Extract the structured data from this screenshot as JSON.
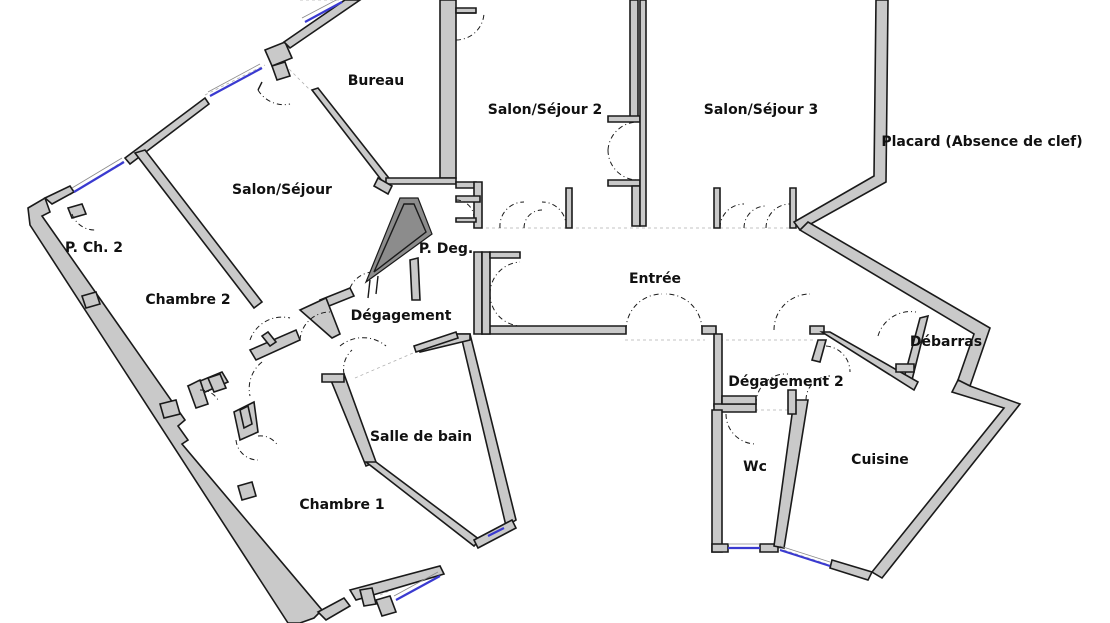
{
  "plan": {
    "rooms": [
      {
        "id": "bureau",
        "label": "Bureau"
      },
      {
        "id": "salon-sejour-2",
        "label": "Salon/Séjour 2"
      },
      {
        "id": "salon-sejour-3",
        "label": "Salon/Séjour 3"
      },
      {
        "id": "placard",
        "label": "Placard (Absence de clef)"
      },
      {
        "id": "salon-sejour",
        "label": "Salon/Séjour"
      },
      {
        "id": "p-ch-2",
        "label": "P. Ch. 2"
      },
      {
        "id": "p-deg",
        "label": "P. Deg."
      },
      {
        "id": "entree",
        "label": "Entrée"
      },
      {
        "id": "chambre-2",
        "label": "Chambre 2"
      },
      {
        "id": "degagement",
        "label": "Dégagement"
      },
      {
        "id": "debarras",
        "label": "Débarras"
      },
      {
        "id": "degagement-2",
        "label": "Dégagement 2"
      },
      {
        "id": "salle-de-bain",
        "label": "Salle de bain"
      },
      {
        "id": "wc",
        "label": "Wc"
      },
      {
        "id": "cuisine",
        "label": "Cuisine"
      },
      {
        "id": "chambre-1",
        "label": "Chambre 1"
      }
    ]
  }
}
